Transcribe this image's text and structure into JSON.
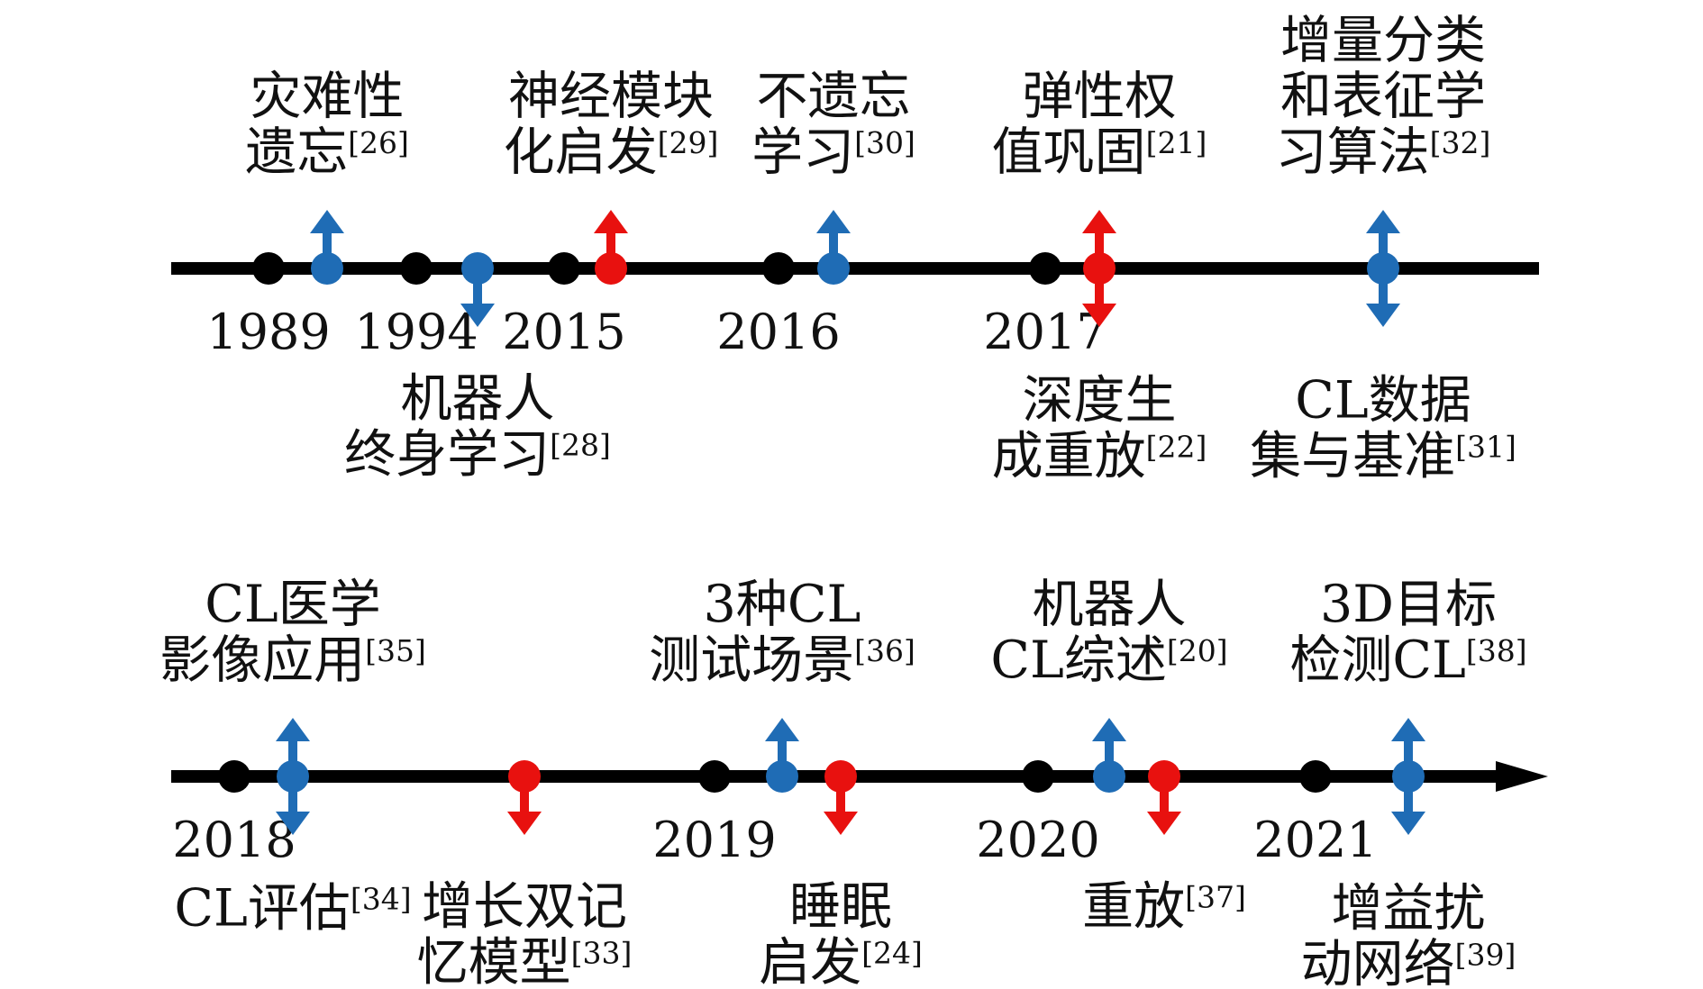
{
  "colors": {
    "axis": "#000000",
    "year_dot": "#000000",
    "blue": "#1f6cb5",
    "red": "#e8110f"
  },
  "timeline": {
    "rows": [
      {
        "years": [
          "1989",
          "1994",
          "2015",
          "2016",
          "2017"
        ],
        "has_arrowhead": false,
        "events": [
          {
            "color": "blue",
            "direction": "up",
            "lines": [
              "灾难性",
              "遗忘"
            ],
            "ref": "[26]"
          },
          {
            "color": "blue",
            "direction": "down",
            "lines": [
              "机器人",
              "终身学习"
            ],
            "ref": "[28]"
          },
          {
            "color": "red",
            "direction": "up",
            "lines": [
              "神经模块",
              "化启发"
            ],
            "ref": "[29]"
          },
          {
            "color": "blue",
            "direction": "up",
            "lines": [
              "不遗忘",
              "学习"
            ],
            "ref": "[30]"
          },
          {
            "color": "red",
            "direction": "both",
            "lines": [
              "弹性权",
              "值巩固"
            ],
            "ref": "[21]",
            "lines_below": [
              "深度生",
              "成重放"
            ],
            "ref_below": "[22]"
          },
          {
            "color": "blue",
            "direction": "both",
            "lines": [
              "增量分类",
              "和表征学",
              "习算法"
            ],
            "ref": "[32]",
            "lines_below": [
              "CL数据",
              "集与基准"
            ],
            "ref_below": "[31]"
          }
        ]
      },
      {
        "years": [
          "2018",
          "2019",
          "2020",
          "2021"
        ],
        "has_arrowhead": true,
        "events": [
          {
            "color": "blue",
            "direction": "both",
            "lines": [
              "CL医学",
              "影像应用"
            ],
            "ref": "[35]",
            "lines_below": [
              "CL评估"
            ],
            "ref_below": "[34]"
          },
          {
            "color": "red",
            "direction": "down",
            "lines": [
              "增长双记",
              "忆模型"
            ],
            "ref": "[33]"
          },
          {
            "color": "blue",
            "direction": "up",
            "lines": [
              "3种CL",
              "测试场景"
            ],
            "ref": "[36]"
          },
          {
            "color": "red",
            "direction": "down",
            "lines": [
              "睡眠",
              "启发"
            ],
            "ref": "[24]"
          },
          {
            "color": "blue",
            "direction": "up",
            "lines": [
              "机器人",
              "CL综述"
            ],
            "ref": "[20]"
          },
          {
            "color": "red",
            "direction": "down",
            "lines": [
              "重放"
            ],
            "ref": "[37]"
          },
          {
            "color": "blue",
            "direction": "both",
            "lines": [
              "3D目标",
              "检测CL"
            ],
            "ref": "[38]",
            "lines_below": [
              "增益扰",
              "动网络"
            ],
            "ref_below": "[39]"
          }
        ]
      }
    ]
  }
}
